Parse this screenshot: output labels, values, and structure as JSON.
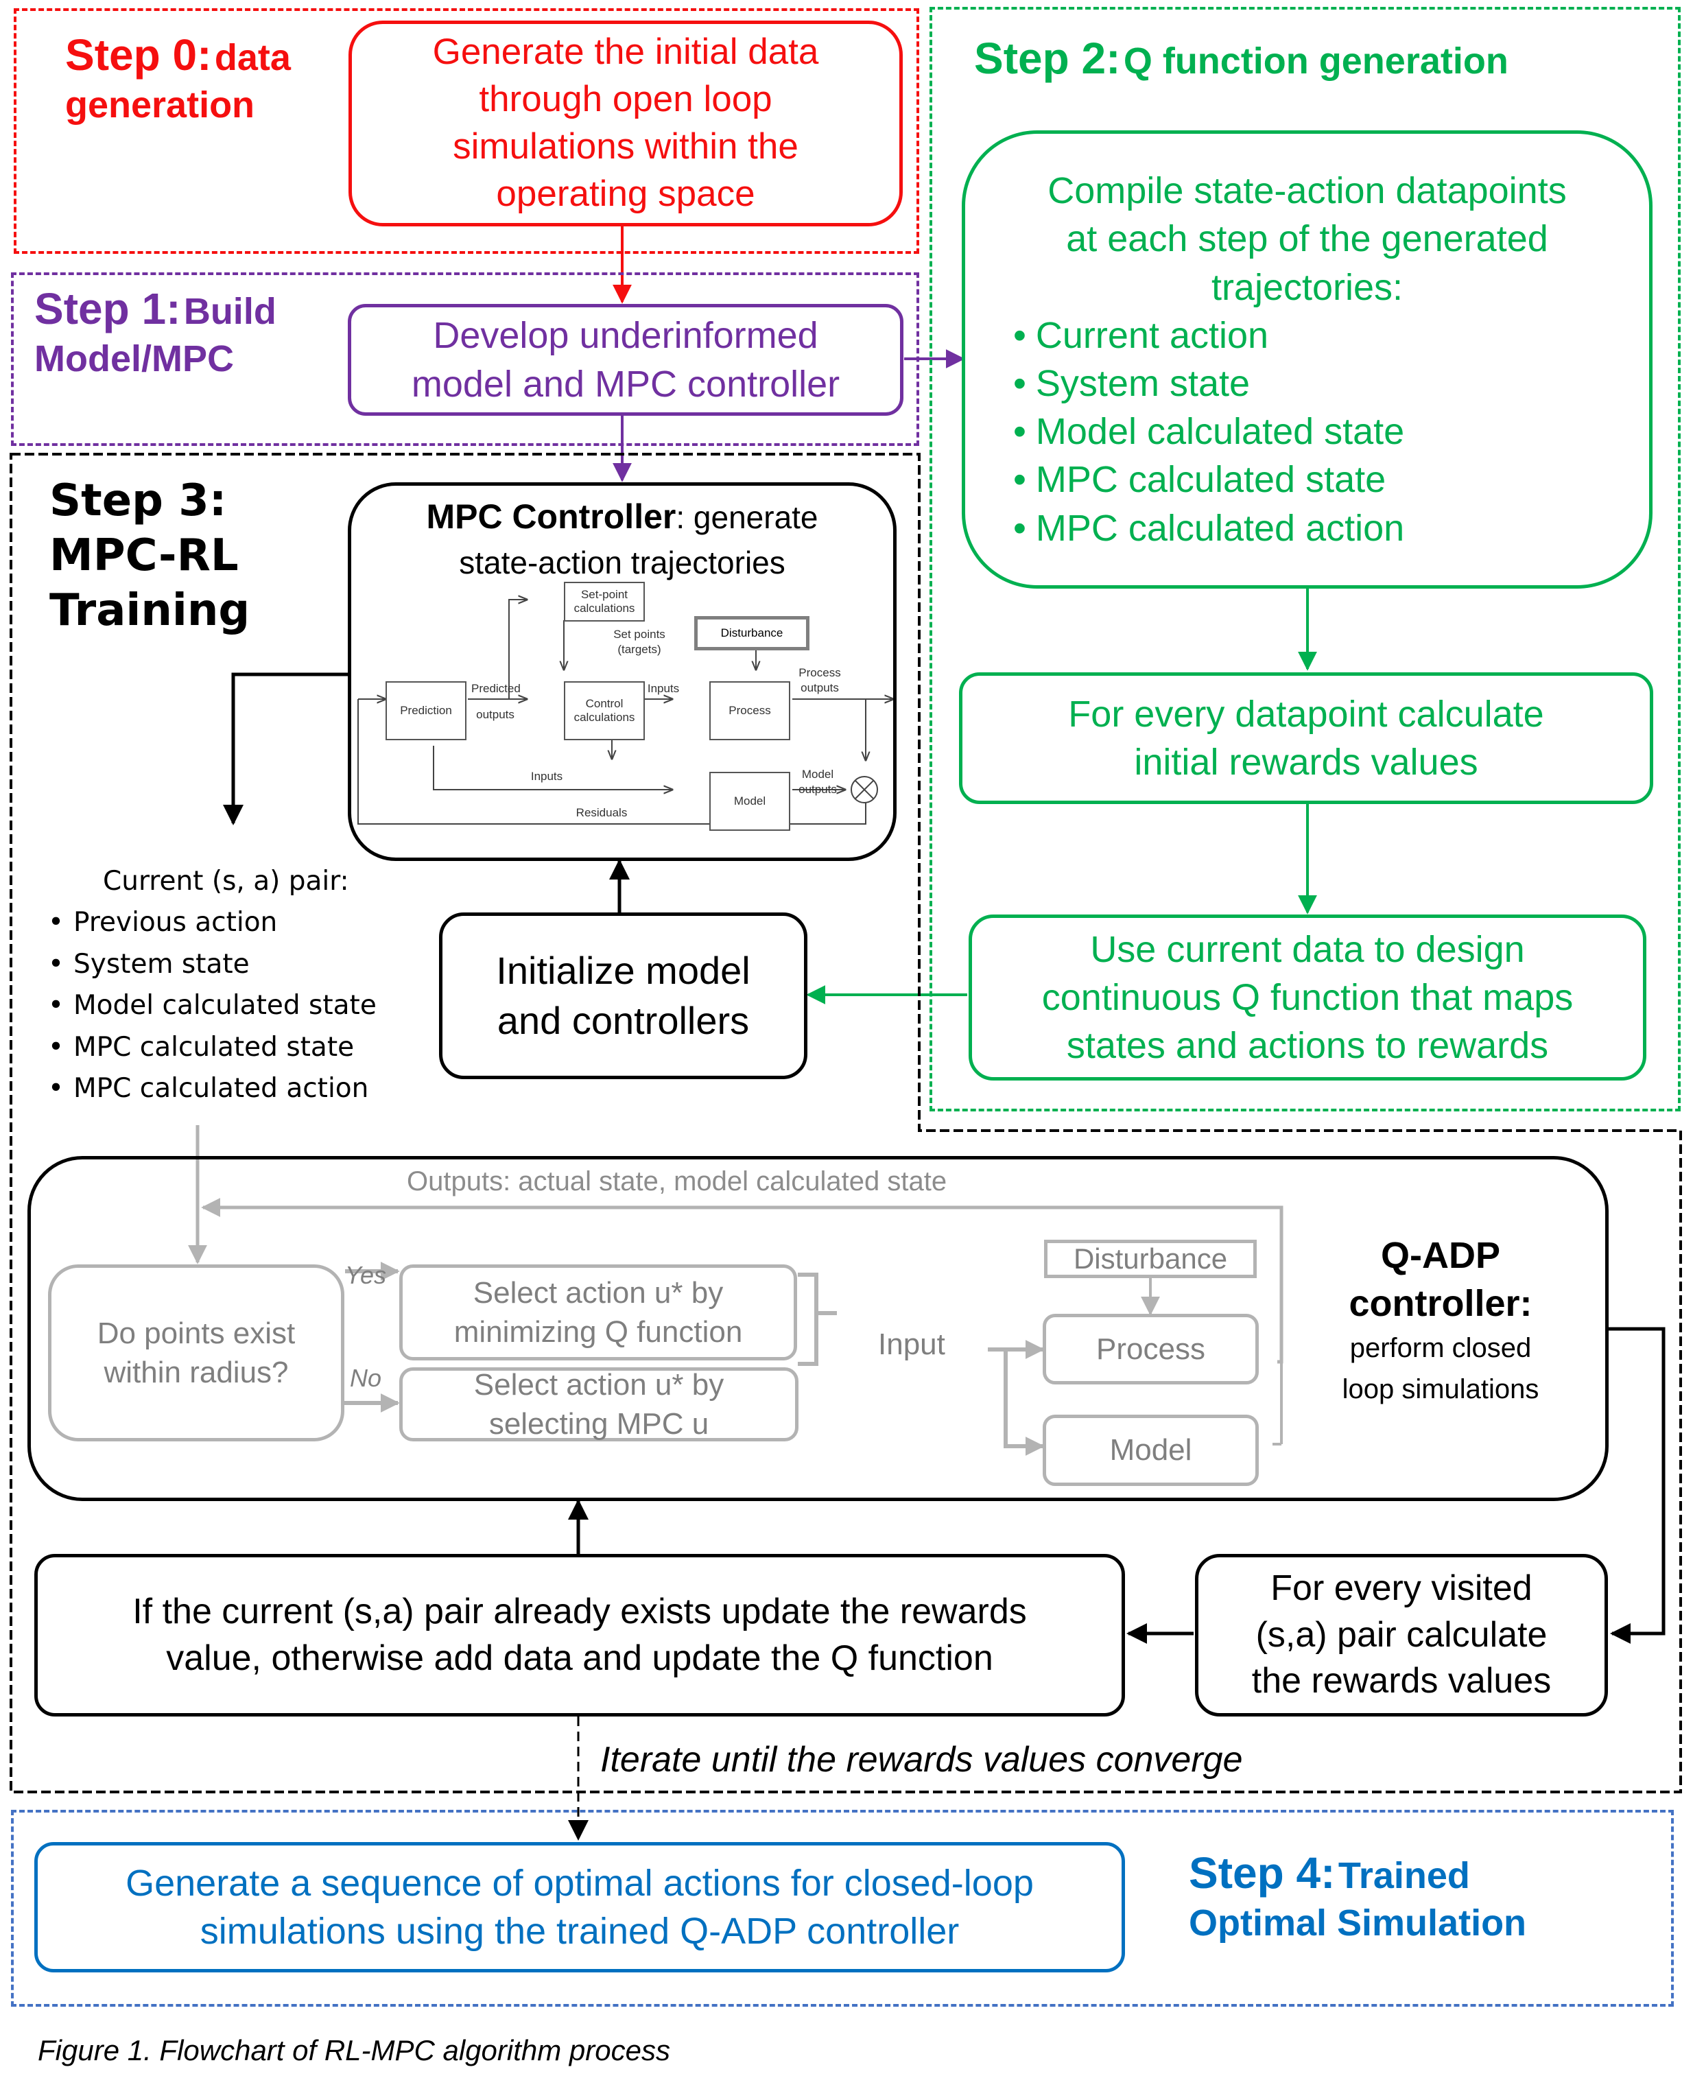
{
  "colors": {
    "step0": "#f50f0f",
    "step1": "#7030a0",
    "step2": "#00b050",
    "step3": "#000000",
    "step4": "#0070c0",
    "qadp_inner": "#8c8c8c"
  },
  "step0": {
    "title_bold": "Step 0:",
    "title_rest": "data generation",
    "box_lines": [
      "Generate the initial data",
      "through open loop",
      "simulations within the",
      "operating space"
    ]
  },
  "step1": {
    "title_bold": "Step 1:",
    "title_rest": "Build Model/MPC",
    "box_lines": [
      "Develop underinformed",
      "model and MPC controller"
    ]
  },
  "step2": {
    "title_bold": "Step 2:",
    "title_rest": "Q function generation",
    "compile_lines": [
      "Compile state-action datapoints",
      "at each step of the generated",
      "trajectories:"
    ],
    "compile_items": [
      "Current action",
      "System state",
      "Model calculated state",
      "MPC calculated state",
      "MPC calculated action"
    ],
    "rewards_lines": [
      "For every datapoint calculate",
      "initial rewards values"
    ],
    "design_lines": [
      "Use current data to design",
      "continuous Q function that maps",
      "states and actions to rewards"
    ]
  },
  "step3": {
    "title_lines": [
      "Step 3:",
      "MPC-RL",
      "Training"
    ],
    "mpc": {
      "title_bold": "MPC Controller",
      "title_rest": ": generate",
      "title_line2": "state-action trajectories",
      "diagram": {
        "setpoint": "Set-point calculations",
        "setpoints_label_1": "Set points",
        "setpoints_label_2": "(targets)",
        "disturbance": "Disturbance",
        "prediction": "Prediction",
        "predicted_1": "Predicted",
        "predicted_2": "outputs",
        "control": "Control calculations",
        "inputs_top": "Inputs",
        "process": "Process",
        "process_out_1": "Process",
        "process_out_2": "outputs",
        "inputs_bottom": "Inputs",
        "model": "Model",
        "model_out_1": "Model",
        "model_out_2": "outputs",
        "plus": "+",
        "minus": "−",
        "residuals": "Residuals"
      }
    },
    "current_pair": {
      "heading": "Current (s, a) pair:",
      "items": [
        "Previous action",
        "System state",
        "Model calculated state",
        "MPC calculated state",
        "MPC calculated action"
      ]
    },
    "initialize_lines": [
      "Initialize model",
      "and controllers"
    ],
    "qadp": {
      "outputs_label": "Outputs: actual state, model calculated state",
      "decision_lines": [
        "Do points exist",
        "within radius?"
      ],
      "yes": "Yes",
      "no": "No",
      "select_q_lines": [
        "Select action u* by",
        "minimizing Q function"
      ],
      "select_mpc_lines": [
        "Select action u* by",
        "selecting MPC u"
      ],
      "input": "Input",
      "disturbance": "Disturbance",
      "process": "Process",
      "model": "Model",
      "title_1": "Q-ADP",
      "title_2": "controller:",
      "subtitle_lines": [
        "perform closed",
        "loop simulations"
      ]
    },
    "update_lines": [
      "If the current (s,a) pair already exists update the rewards",
      "value, otherwise add data and update the Q function"
    ],
    "visited_lines": [
      "For every visited",
      "(s,a) pair calculate",
      "the rewards values"
    ],
    "iterate": "Iterate until the rewards values converge"
  },
  "step4": {
    "title_bold": "Step 4:",
    "title_rest_1": "Trained",
    "title_rest_2": "Optimal Simulation",
    "box_lines": [
      "Generate a sequence of optimal actions for closed-loop",
      "simulations using the trained Q-ADP controller"
    ]
  },
  "caption": "Figure 1. Flowchart of RL-MPC algorithm process"
}
